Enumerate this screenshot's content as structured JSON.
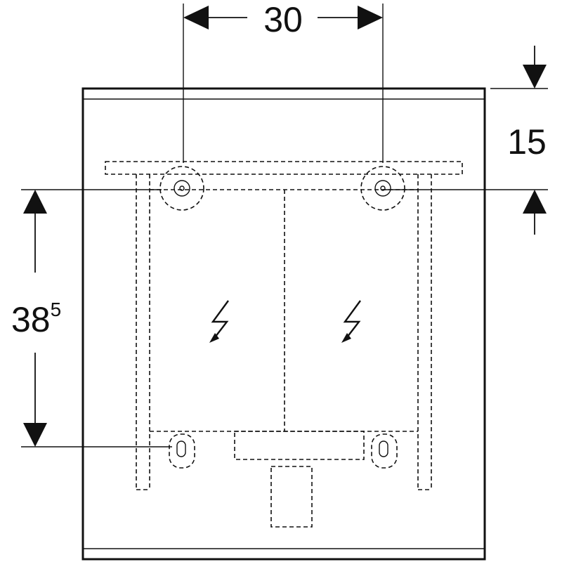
{
  "dimensions": {
    "top_width": "30",
    "right_height": "15",
    "left_height_main": "38",
    "left_height_superscript": "5"
  },
  "colors": {
    "line": "#111111",
    "background": "#ffffff"
  },
  "icons": {
    "electrical_symbol": "lightning-bolt-icon"
  }
}
